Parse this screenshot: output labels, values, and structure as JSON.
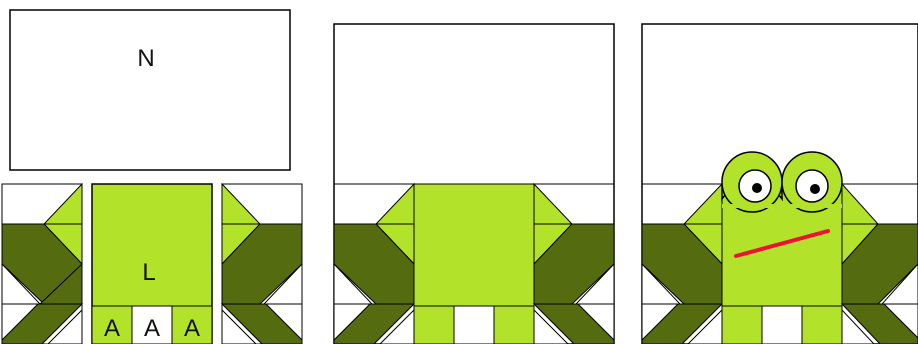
{
  "labels": {
    "top_piece": "N",
    "body_piece": "L",
    "leg_pieces": [
      "A",
      "A",
      "A"
    ]
  },
  "colors": {
    "outline": "#000000",
    "light_green": "#b3e22a",
    "dark_green": "#556b10",
    "background": "#ffffff",
    "eye_pupil": "#000000",
    "mouth": "#ee1133"
  },
  "icons": [
    "frog-face",
    "frog-eye",
    "frog-mouth"
  ]
}
